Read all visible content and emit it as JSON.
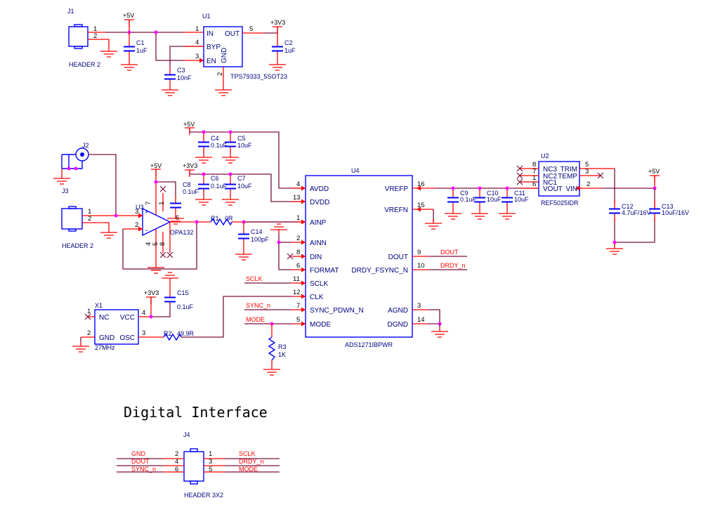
{
  "title": "Digital Interface",
  "power": {
    "p5v": "+5V",
    "p3v3": "+3V3"
  },
  "J1": {
    "ref": "J1",
    "value": "HEADER 2",
    "pins": [
      "1",
      "2"
    ]
  },
  "J2": {
    "ref": "J2"
  },
  "J3": {
    "ref": "J3",
    "value": "HEADER 2",
    "pins": [
      "1",
      "2"
    ]
  },
  "J4": {
    "ref": "J4",
    "value": "HEADER 3X2",
    "left_pins": [
      "2",
      "4",
      "6"
    ],
    "right_pins": [
      "1",
      "3",
      "5"
    ],
    "left_nets": [
      "GND",
      "DOUT",
      "SYNC_n"
    ],
    "right_nets": [
      "SCLK",
      "DRDY_n",
      "MODE"
    ]
  },
  "U1": {
    "ref": "U1",
    "value": "TPS79333_5SOT23",
    "pins": {
      "in": "IN",
      "byp": "BYP",
      "en": "EN",
      "out": "OUT",
      "gnd": "GND"
    },
    "pin_numbers": {
      "in": "1",
      "byp": "4",
      "en": "3",
      "out": "5",
      "gnd": "2"
    }
  },
  "U2": {
    "ref": "U2",
    "value": "REF5025IDR",
    "left": [
      "NC3",
      "NC2",
      "NC1",
      "VOUT"
    ],
    "left_numbers": [
      "8",
      "7",
      "1",
      "6"
    ],
    "right": [
      "TRIM",
      "TEMP",
      "VIN"
    ],
    "right_numbers": [
      "5",
      "3",
      "2"
    ]
  },
  "U3": {
    "ref": "U3",
    "value": "OPA132",
    "plus": "+",
    "minus": "−",
    "pin_numbers": {
      "plus": "3",
      "minus": "2",
      "out": "6",
      "v_pos": "7",
      "p1": "1",
      "v_neg": "4",
      "p5": "5",
      "p8": "8"
    }
  },
  "U4": {
    "ref": "U4",
    "value": "ADS1271IBPWR",
    "left": [
      "AVDD",
      "DVDD",
      "AINP",
      "AINN",
      "DIN",
      "FORMAT",
      "SCLK",
      "CLK",
      "SYNC_PDWN_N",
      "MODE"
    ],
    "left_numbers": [
      "4",
      "13",
      "1",
      "2",
      "8",
      "6",
      "11",
      "12",
      "7",
      "5"
    ],
    "right": [
      "VREFP",
      "VREFN",
      "DOUT",
      "DRDY_FSYNC_N",
      "AGND",
      "DGND"
    ],
    "right_numbers": [
      "16",
      "15",
      "9",
      "10",
      "3",
      "14"
    ]
  },
  "X1": {
    "ref": "X1",
    "value": "27MHz",
    "pins": {
      "nc": "NC",
      "gnd": "GND",
      "vcc": "VCC",
      "osc": "OSC"
    },
    "pin_numbers": {
      "nc": "1",
      "gnd": "2",
      "vcc": "4",
      "osc": "3"
    }
  },
  "caps": {
    "C1": {
      "ref": "C1",
      "value": "1uF"
    },
    "C2": {
      "ref": "C2",
      "value": "1uF"
    },
    "C3": {
      "ref": "C3",
      "value": "10nF"
    },
    "C4": {
      "ref": "C4",
      "value": "0.1uF"
    },
    "C5": {
      "ref": "C5",
      "value": "10uF"
    },
    "C6": {
      "ref": "C6",
      "value": "0.1uF"
    },
    "C7": {
      "ref": "C7",
      "value": "10uF"
    },
    "C8": {
      "ref": "C8",
      "value": "0.1uF"
    },
    "C9": {
      "ref": "C9",
      "value": "0.1uF"
    },
    "C10": {
      "ref": "C10",
      "value": "10uF"
    },
    "C11": {
      "ref": "C11",
      "value": "10uF"
    },
    "C12": {
      "ref": "C12",
      "value": "4.7uF/16V"
    },
    "C13": {
      "ref": "C13",
      "value": "10uF/16V"
    },
    "C14": {
      "ref": "C14",
      "value": "100pF"
    },
    "C15": {
      "ref": "C15",
      "value": "0.1uF"
    }
  },
  "resistors": {
    "R1": {
      "ref": "R1",
      "value": "0R"
    },
    "R2": {
      "ref": "R2",
      "value": "49.9R"
    },
    "R3": {
      "ref": "R3",
      "value": "1K"
    }
  },
  "nets": {
    "sclk": "SCLK",
    "sync": "SYNC_n",
    "mode": "MODE",
    "dout": "DOUT",
    "drdy": "DRDY_n"
  },
  "colors": {
    "wire": "#7a1040",
    "pin": "#ff0000",
    "component": "#0000ff",
    "junction": "#ff00ff",
    "net_label": "#ff0000"
  }
}
